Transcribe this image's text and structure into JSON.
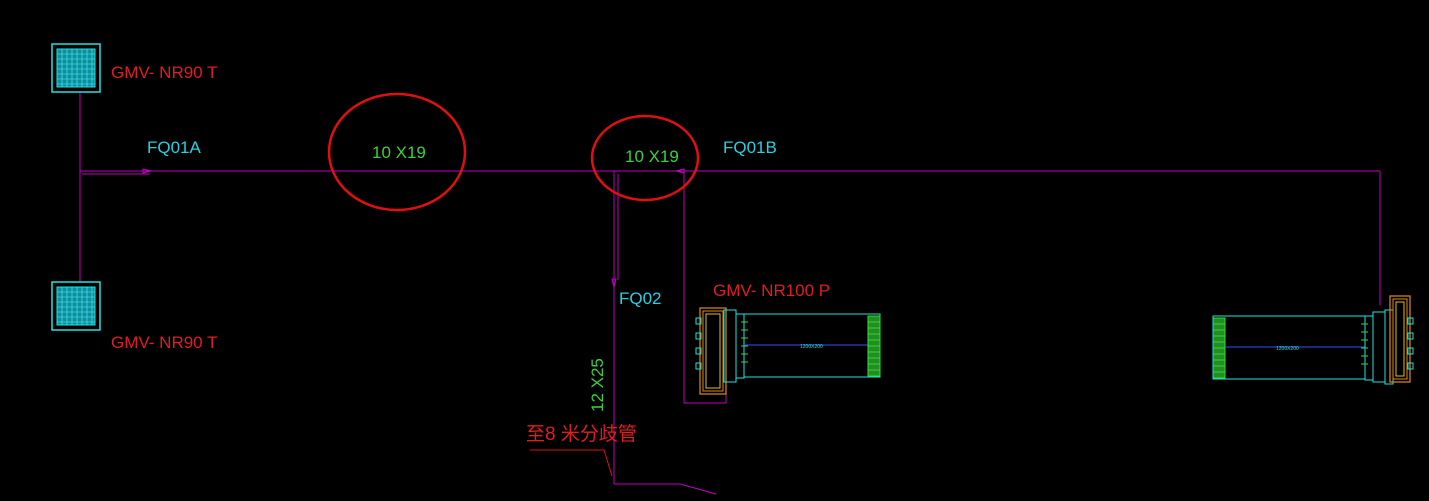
{
  "colors": {
    "background": "#000000",
    "pipe": "#c400c4",
    "unit_outline": "#22e0e0",
    "unit_fill": "#0aa8b8",
    "label_red": "#e01e1e",
    "label_cyan": "#2ad0e0",
    "label_green": "#3ad23a",
    "annotation_circle": "#e01010",
    "orange": "#e08a1a",
    "blue_line": "#3050ff",
    "green_fin": "#2ee02e"
  },
  "units": {
    "top_left": {
      "label": "GMV- NR90 T",
      "icon": "cassette-indoor-unit-icon"
    },
    "bottom_left": {
      "label": "GMV- NR90 T",
      "icon": "cassette-indoor-unit-icon"
    },
    "duct_center": {
      "label": "GMV- NR100 P",
      "size_text": "1200X200",
      "icon": "duct-indoor-unit-icon"
    },
    "duct_right": {
      "size_text": "1200X200",
      "icon": "duct-indoor-unit-icon"
    }
  },
  "pipe_labels": {
    "fq01a": "FQ01A",
    "fq01b": "FQ01B",
    "fq02": "FQ02"
  },
  "sizes": {
    "main_left": "10 X19",
    "main_right": "10 X19",
    "riser": "12 X25"
  },
  "notes": {
    "to_branch": "至8 米分歧管"
  }
}
